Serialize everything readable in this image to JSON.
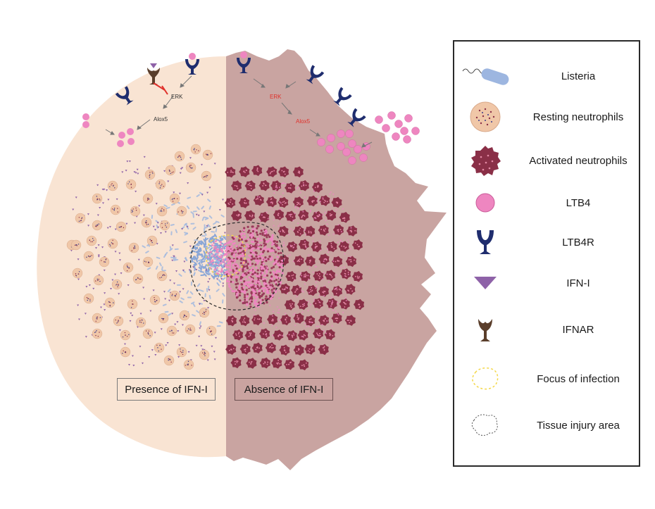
{
  "diagram": {
    "left_panel_label": "Presence of IFN-I",
    "right_panel_label": "Absence of IFN-I",
    "left_pathway": {
      "erk": "ERK",
      "alox5": "Alox5"
    },
    "right_pathway": {
      "erk": "ERK",
      "alox5": "Alox5"
    }
  },
  "legend": {
    "items": [
      {
        "name": "listeria",
        "label": "Listeria",
        "icon": "listeria-icon"
      },
      {
        "name": "resting-neutrophils",
        "label": "Resting neutrophils",
        "icon": "resting-neutrophil-icon"
      },
      {
        "name": "activated-neutrophils",
        "label": "Activated neutrophils",
        "icon": "activated-neutrophil-icon"
      },
      {
        "name": "ltb4",
        "label": "LTB4",
        "icon": "ltb4-icon"
      },
      {
        "name": "ltb4r",
        "label": "LTB4R",
        "icon": "ltb4r-icon"
      },
      {
        "name": "ifn-i",
        "label": "IFN-I",
        "icon": "ifn-i-icon"
      },
      {
        "name": "ifnar",
        "label": "IFNAR",
        "icon": "ifnar-icon"
      },
      {
        "name": "focus-of-infection",
        "label": "Focus of infection",
        "icon": "focus-of-infection-icon"
      },
      {
        "name": "tissue-injury-area",
        "label": "Tissue injury area",
        "icon": "tissue-injury-area-icon"
      }
    ]
  },
  "colors": {
    "left_background": "#f9e4d3",
    "right_background": "#c9a4a1",
    "resting_neutrophil": "#f0c7a8",
    "activated_neutrophil": "#8a2f47",
    "ltb4": "#ee86c0",
    "ltb4r": "#1f2d6e",
    "ifn_i": "#8e62a8",
    "ifnar": "#5a3e2b",
    "listeria": "#9db6e0",
    "focus": "#f4d84a",
    "erk_active": "#e0312b",
    "inhibition": "#e0312b"
  }
}
